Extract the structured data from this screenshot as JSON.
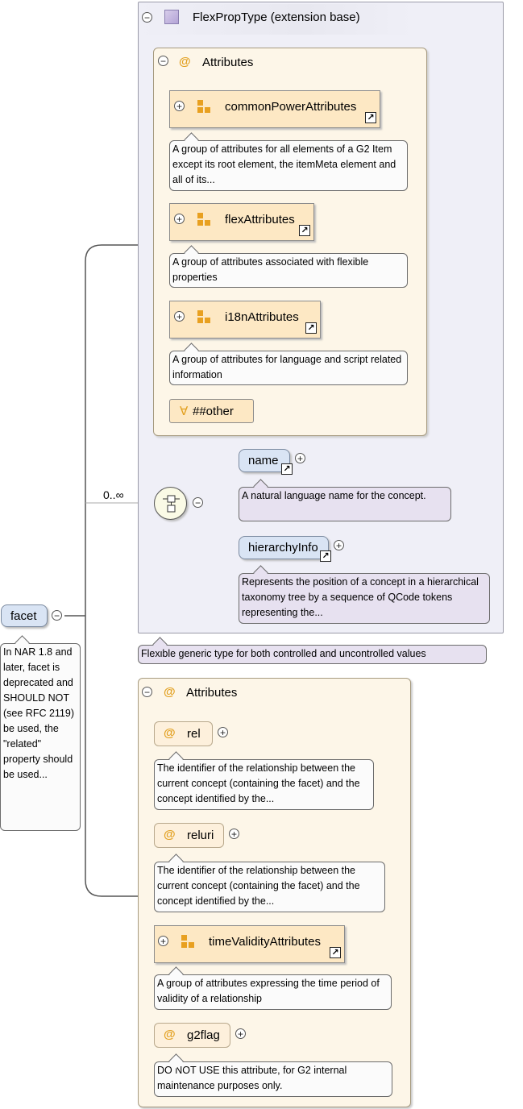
{
  "root": {
    "name": "facet",
    "annotation": "In NAR 1.8 and later, facet is deprecated and SHOULD NOT (see RFC 2119) be used, the \"related\" property should be used...",
    "collapse_symbol": "−"
  },
  "cardinality": "0..∞",
  "ext_type": {
    "title": "FlexPropType (extension base)",
    "annotation": "Flexible generic type for both controlled and uncontrolled values",
    "attributes": {
      "title": "Attributes",
      "groups": [
        {
          "name": "commonPowerAttributes",
          "annotation": "A group of attributes for all elements of a G2 Item except its root element, the itemMeta element and all of its..."
        },
        {
          "name": "flexAttributes",
          "annotation": "A group of attributes associated with flexible properties"
        },
        {
          "name": "i18nAttributes",
          "annotation": "A group of attributes for language and script related information"
        }
      ],
      "any_attribute": "##other",
      "any_symbol": "∀"
    },
    "sequence": [
      {
        "name": "name",
        "annotation": "A natural language name for the concept."
      },
      {
        "name": "hierarchyInfo",
        "annotation": "Represents the position of a concept in a hierarchical taxonomy tree by a sequence of QCode tokens representing the..."
      }
    ]
  },
  "own_attributes": {
    "title": "Attributes",
    "items": [
      {
        "name": "rel",
        "annotation": "The identifier of the relationship between the current concept (containing the facet) and the concept identified by the..."
      },
      {
        "name": "reluri",
        "annotation": "The identifier of the relationship between the current concept (containing the facet) and the concept identified by the..."
      },
      {
        "name": "timeValidityAttributes",
        "annotation": "A group of attributes expressing the time period of validity of a relationship"
      },
      {
        "name": "g2flag",
        "annotation": "DO NOT USE this attribute, for G2 internal maintenance purposes only."
      }
    ]
  },
  "symbols": {
    "at": "@",
    "plus": "+",
    "minus": "−",
    "link": "↗"
  },
  "colors": {
    "type_bg": "#efeff7",
    "attr_bg": "#fdf6e8",
    "group_bg": "#fde8c4",
    "element_bg": "#d9e4f4",
    "annotation_lav": "#e7e1f0",
    "accent": "#e8a020"
  }
}
